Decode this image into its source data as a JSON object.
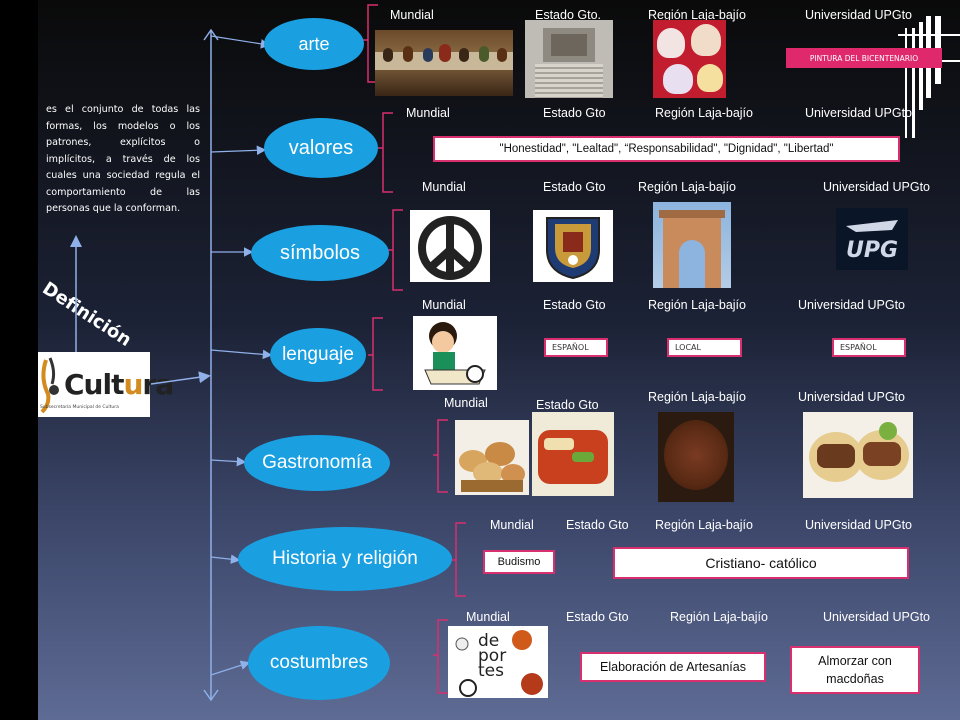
{
  "definition_label": "Definición",
  "definition_text": "es el conjunto de todas las formas, los modelos o los patrones, explícitos o implícitos, a través de los cuales una sociedad regula el comportamiento de las personas que la conforman.",
  "logo": {
    "word_a": "Cult",
    "word_b": "u",
    "word_c": "ra",
    "subtitle": "Subsecretaría Municipal de Cultura"
  },
  "colors": {
    "node": "#1a9fe0",
    "bracket": "#d82f6e",
    "tag": "#e0296d",
    "arrow": "#8fb0e8"
  },
  "categories": [
    {
      "label": "arte",
      "headers": [
        "Mundial",
        "Estado Gto.",
        "Región Laja-bajío",
        "Universidad UPGto"
      ],
      "tags": [
        "PINTURA DEL BICENTENARIO"
      ]
    },
    {
      "label": "valores",
      "headers": [
        "Mundial",
        "Estado Gto",
        "Región Laja-bajío",
        "Universidad UPGto"
      ],
      "text_box": "\"Honestidad\", \"Lealtad\", “Responsabilidad\", \"Dignidad\", \"Libertad\""
    },
    {
      "label": "símbolos",
      "headers": [
        "Mundial",
        "Estado Gto",
        "Región Laja-bajío",
        "Universidad UPGto"
      ],
      "logo_text": "UPG"
    },
    {
      "label": "lenguaje",
      "headers": [
        "Mundial",
        "Estado Gto",
        "Región Laja-bajío",
        "Universidad UPGto"
      ],
      "tags": [
        "ESPAÑOL",
        "LOCAL",
        "ESPAÑOL"
      ]
    },
    {
      "label": "Gastronomía",
      "headers": [
        "Mundial",
        "Estado Gto",
        "Región Laja-bajío",
        "Universidad UPGto"
      ]
    },
    {
      "label": "Historia y religión",
      "headers": [
        "Mundial",
        "Estado Gto",
        "Región Laja-bajío",
        "Universidad UPGto"
      ],
      "tags": [
        "Budismo"
      ],
      "text_box": "Cristiano- católico"
    },
    {
      "label": "costumbres",
      "headers": [
        "Mundial",
        "Estado Gto",
        "Región Laja-bajío",
        "Universidad UPGto"
      ],
      "text_boxes": [
        "Elaboración de Artesanías",
        "Almorzar con macdoñas"
      ],
      "image_text": [
        "de",
        "por",
        "tes"
      ]
    }
  ]
}
